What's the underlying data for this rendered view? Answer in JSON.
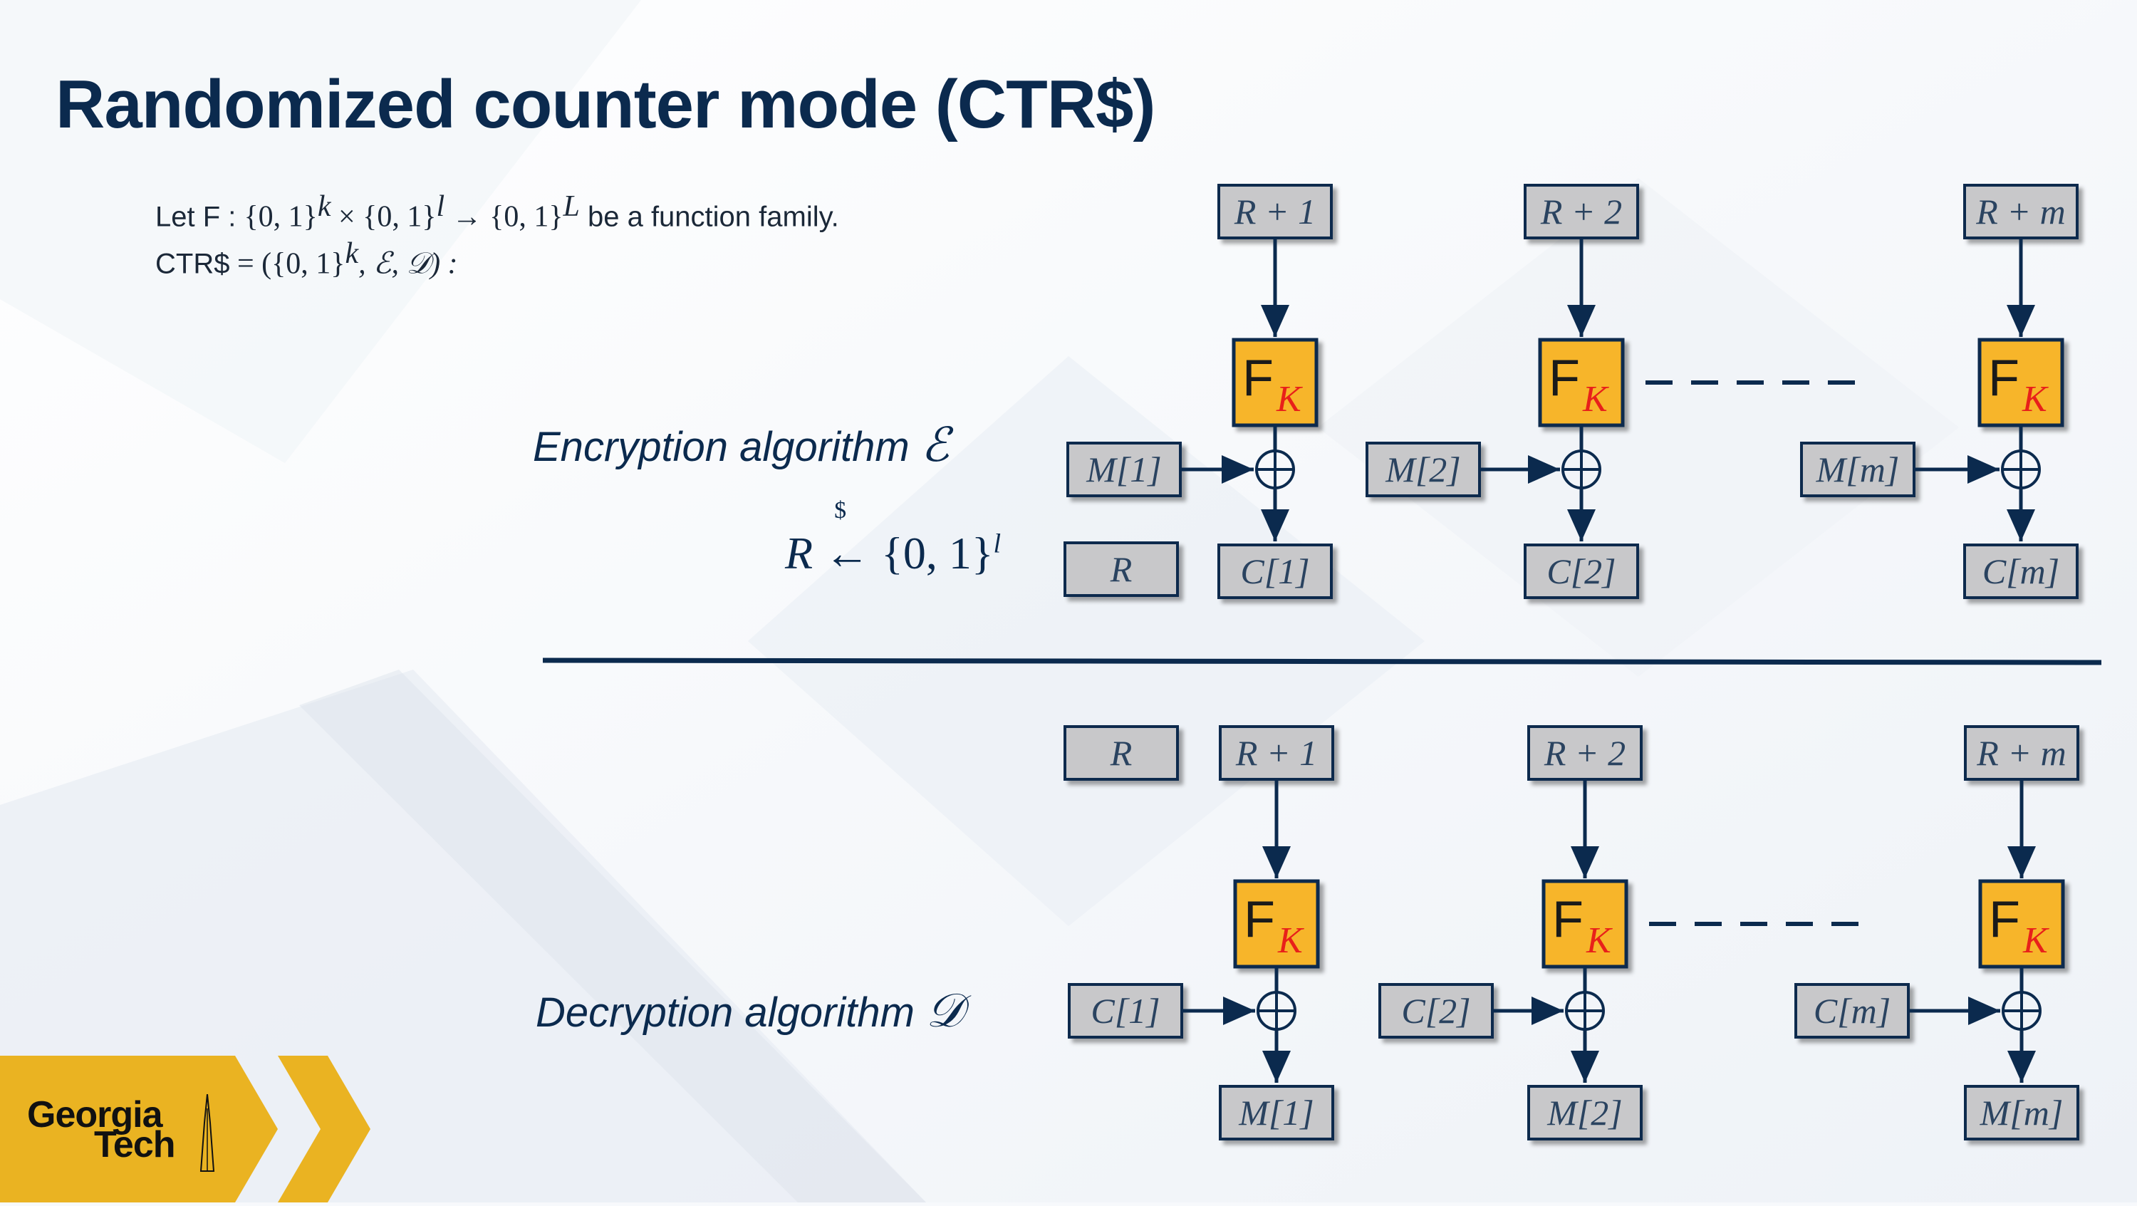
{
  "slide": {
    "title": "Randomized counter mode (CTR$)",
    "def_line1": {
      "prefix": "Let F : ",
      "set1": "{0, 1}",
      "sup1": "k",
      "times": " × ",
      "set2": "{0, 1}",
      "sup2": "l",
      "arrow": " → ",
      "set3": "{0, 1}",
      "sup3": "L",
      "suffix": " be a function family."
    },
    "def_line2": {
      "prefix": "CTR$",
      "eq": " = (",
      "set": "{0, 1}",
      "sup": "k",
      "rest": ", ℰ, 𝒟) :"
    },
    "enc_label": "Encryption algorithm",
    "enc_symbol": "ℰ",
    "dec_label": "Decryption algorithm",
    "dec_symbol": "𝒟",
    "sampling": {
      "var": "R",
      "arrow": "←",
      "dollar": "$",
      "set": " {0, 1}",
      "sup": "l"
    }
  },
  "encryption": {
    "counter_boxes": [
      "R + 1",
      "R + 2",
      "R + m"
    ],
    "input_boxes": [
      "M[1]",
      "M[2]",
      "M[m]"
    ],
    "output_boxes": [
      "C[1]",
      "C[2]",
      "C[m]"
    ],
    "r_box": "R"
  },
  "decryption": {
    "counter_boxes": [
      "R + 1",
      "R + 2",
      "R + m"
    ],
    "input_boxes": [
      "C[1]",
      "C[2]",
      "C[m]"
    ],
    "output_boxes": [
      "M[1]",
      "M[2]",
      "M[m]"
    ],
    "r_box": "R"
  },
  "fk": {
    "f": "F",
    "k": "K"
  },
  "logo": {
    "line1": "Georgia",
    "line2": "Tech"
  },
  "colors": {
    "navy": "#0b2a4e",
    "box_fill": "#c8c8ca",
    "fk_fill": "#f7b52c",
    "key_red": "#e8201a",
    "gold": "#eab322"
  }
}
